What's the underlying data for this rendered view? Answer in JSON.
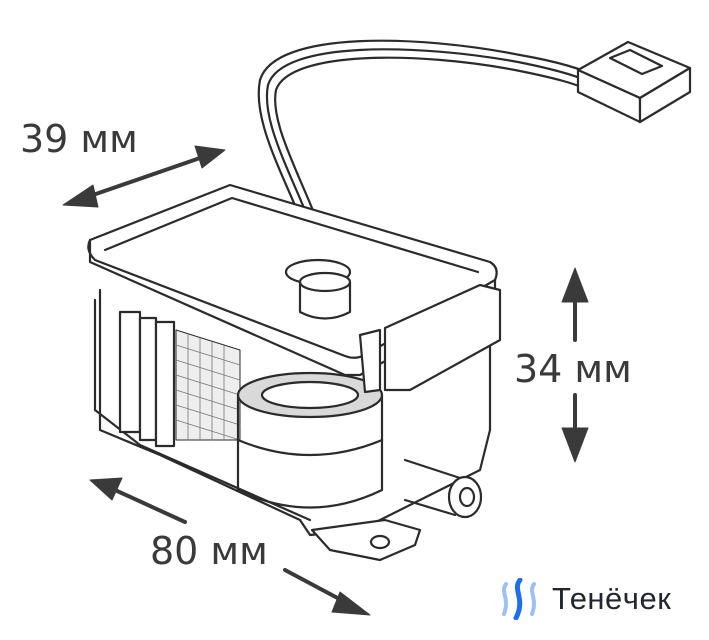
{
  "dimensions": {
    "depth": "39 мм",
    "height": "34 мм",
    "length": "80 мм"
  },
  "brand": {
    "name": "Тенёчек",
    "accent": "#1f6ef0",
    "accent_light": "#9cc0f7"
  },
  "colors": {
    "line": "#2b2b2b",
    "arrow": "#3a3a3a",
    "shade": "#d9d9d9"
  }
}
